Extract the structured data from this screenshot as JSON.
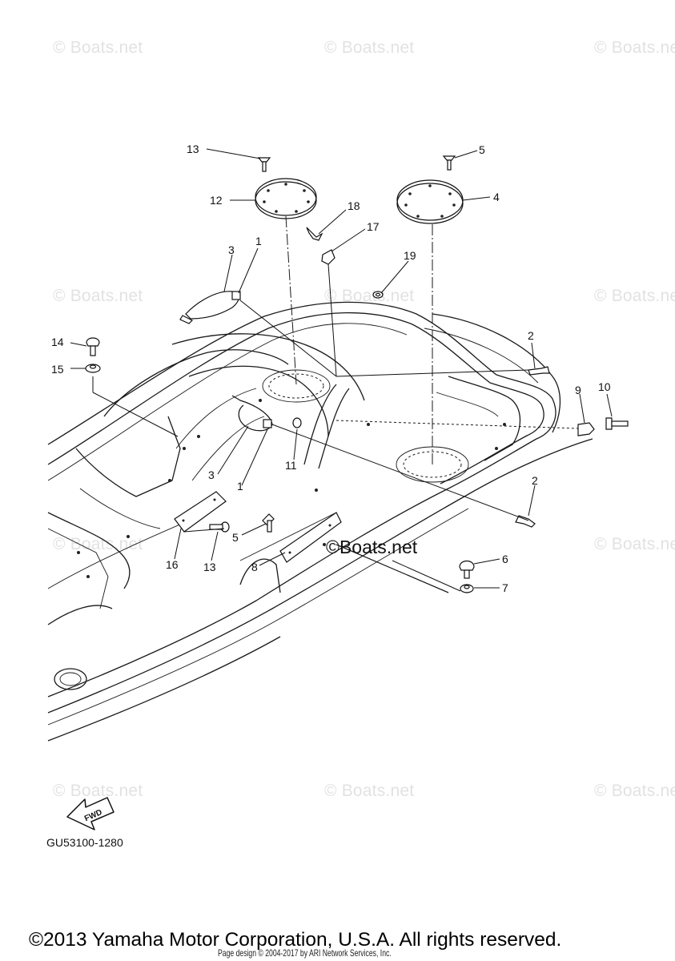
{
  "watermark_text": "© Boats.net",
  "mid_watermark": "©Boats.net",
  "diagram_code": "GU53100-1280",
  "fwd_label": "FWD",
  "copyright": "©2013 Yamaha Motor Corporation, U.S.A. All rights reserved.",
  "page_design": "Page design © 2004-2017 by ARI Network Services, Inc.",
  "callouts": [
    "13",
    "5",
    "12",
    "4",
    "18",
    "17",
    "1",
    "3",
    "19",
    "14",
    "15",
    "2",
    "9",
    "10",
    "3",
    "1",
    "11",
    "2",
    "5",
    "16",
    "13",
    "8",
    "6",
    "7"
  ]
}
